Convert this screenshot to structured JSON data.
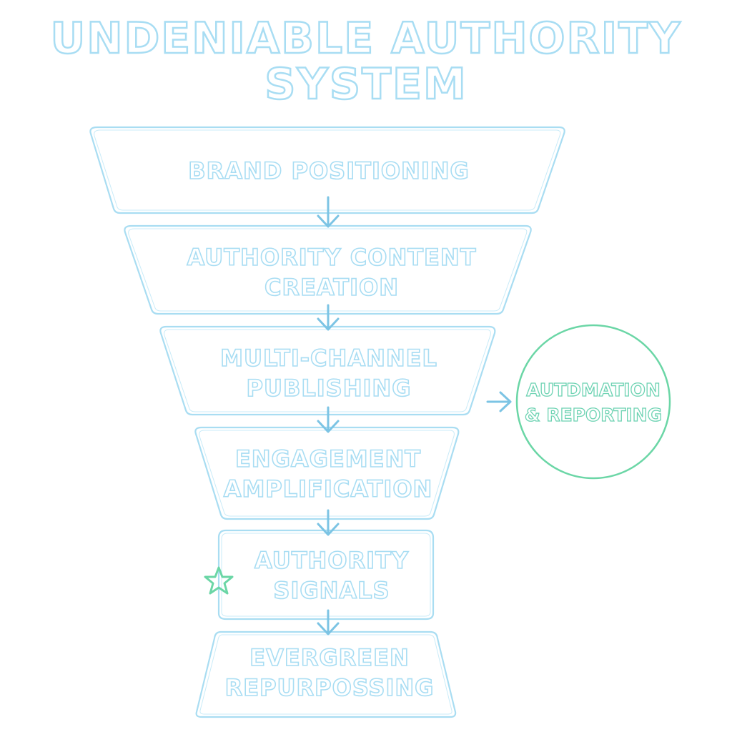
{
  "title": {
    "line1": "UNDENIABLE AUTHORITY",
    "line2": "SYSTEM"
  },
  "stages": [
    {
      "line1": "BRAND POSITIONING",
      "line2": ""
    },
    {
      "line1": "AUTHORITY CONTENT",
      "line2": "CREATION"
    },
    {
      "line1": "MULTI-CHANNEL",
      "line2": "PUBLISHING"
    },
    {
      "line1": "ENGAGEMENT",
      "line2": "AMPLIFICATION"
    },
    {
      "line1": "AUTHORITY",
      "line2": "SIGNALS"
    },
    {
      "line1": "EVERGREEN",
      "line2": "REPURPOSSING"
    }
  ],
  "side_node": {
    "line1": "AUTDMATION",
    "line2": "& REPORTING"
  },
  "icons": {
    "flow_arrow": "arrow-down-icon",
    "side_arrow": "arrow-right-icon",
    "marker": "star-icon"
  },
  "colors": {
    "stage_outline": "#a9ddf2",
    "title_text": "#a8ddf3",
    "arrow": "#7cc4e4",
    "accent_green": "#6bd6a6"
  }
}
